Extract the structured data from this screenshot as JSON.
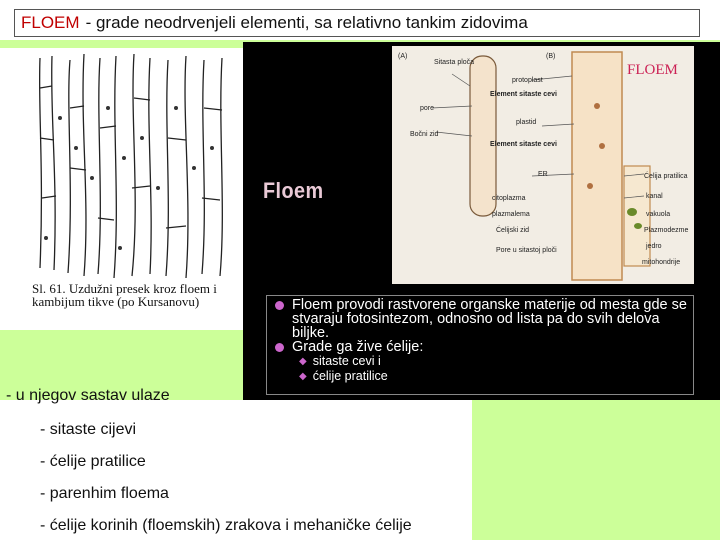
{
  "title": {
    "keyword": "FLOEM",
    "rest": " - grade neodrvenjeli elementi, sa relativno tankim zidovima"
  },
  "sketch": {
    "caption": "Sl. 61. Uzdužni presek kroz floem i kambijum tikve (po Kursanovu)"
  },
  "panel": {
    "floem_label": "Floem",
    "diagram_corner_label": "FLOEM",
    "diagram_labels": {
      "a": "(A)",
      "b": "(B)",
      "sitasta_ploca": "Sitasta ploča",
      "pore": "pore",
      "docni_zid": "Bočni zid",
      "protoplast": "protoplast",
      "element_sitaste_1": "Element sitaste cevi",
      "plastid": "plastid",
      "element_sitaste_2": "Element sitaste cevi",
      "er": "ER",
      "citoplazma": "citoplazma",
      "plazmalema": "plazmalema",
      "celijski_zid": "Ćelijski zid",
      "pore_sitaste": "Pore u sitastoj ploči",
      "celija_pratilica": "Ćelija pratilica",
      "kanal": "kanal",
      "vakuola": "vakuola",
      "plazmodezme": "Plazmodezme",
      "jedro": "jedro",
      "mitohondrije": "mitohondrije"
    },
    "bullets": [
      "Floem provodi rastvorene organske materije od mesta gde se stvaraju fotosintezom, odnosno od lista pa do svih delova biljke.",
      "Grade ga žive ćelije:"
    ],
    "sub_bullets": [
      "sitaste cevi i",
      "ćelije pratilice"
    ]
  },
  "list": {
    "intro": "- u njegov sastav ulaze",
    "items": [
      "- sitaste cijevi",
      "- ćelije pratilice",
      "- parenhim floema",
      "- ćelije korinih (floemskih) zrakova i mehaničke ćelije"
    ]
  },
  "colors": {
    "green_background": "#ccff99",
    "title_keyword": "#c00000",
    "floem_label": "#e9c9d6",
    "bullet": "#cc66cc"
  }
}
